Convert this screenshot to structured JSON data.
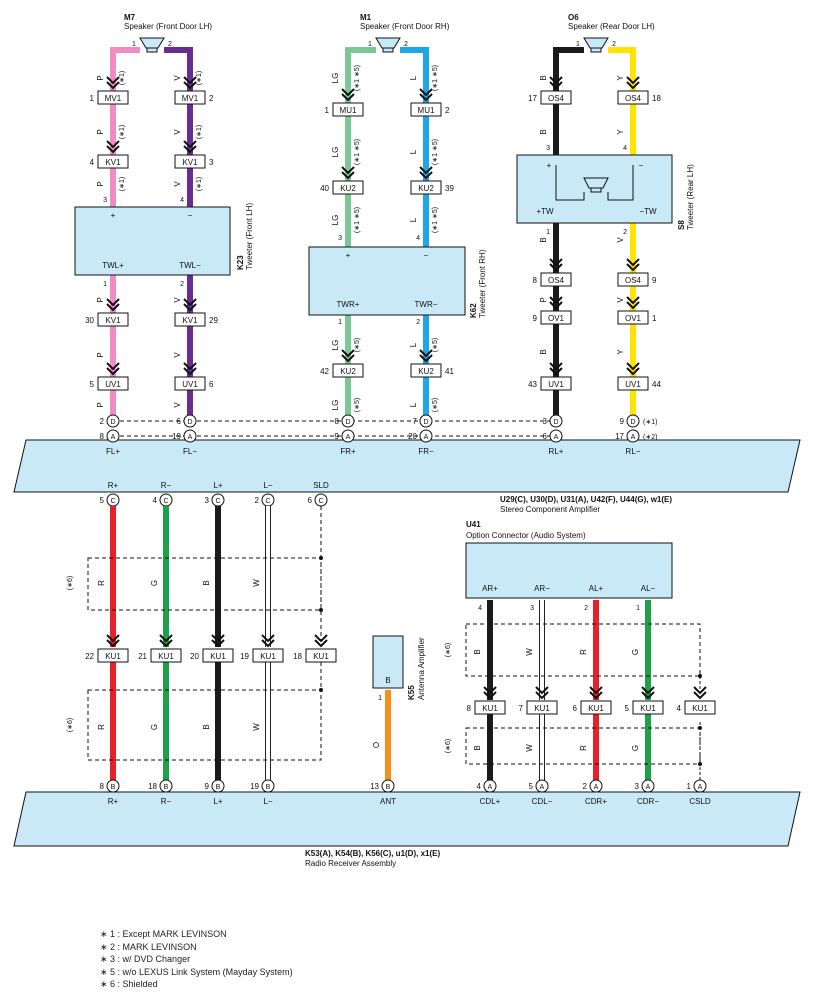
{
  "colors": {
    "P": "#f08cc4",
    "V": "#6a2c91",
    "LG": "#7cc796",
    "L": "#1ea6e6",
    "B": "#1a1a1a",
    "Y": "#ffe400",
    "R": "#e52229",
    "G": "#1fa14a",
    "W": "#ffffff",
    "O": "#f5901e",
    "box": "#c9e9f7"
  },
  "components": {
    "M7": {
      "code": "M7",
      "name": "Speaker (Front Door LH)"
    },
    "M1": {
      "code": "M1",
      "name": "Speaker (Front Door RH)"
    },
    "O6": {
      "code": "O6",
      "name": "Speaker (Rear Door LH)"
    },
    "K23": {
      "code": "K23",
      "name": "Tweeter (Front LH)",
      "t1": "TWL+",
      "t2": "TWL−"
    },
    "K62": {
      "code": "K62",
      "name": "Tweeter (Front RH)",
      "t1": "TWR+",
      "t2": "TWR−"
    },
    "S8": {
      "code": "S8",
      "name": "Tweeter (Rear LH)",
      "t1": "+TW",
      "t2": "−TW"
    },
    "amp": {
      "code": "U29(C), U30(D), U31(A), U42(F), U44(G), w1(E)",
      "name": "Stereo Component Amplifier"
    },
    "U41": {
      "code": "U41",
      "name": "Option Connector (Audio System)"
    },
    "K55": {
      "code": "K55",
      "name": "Antenna Amplifier",
      "pin": "B"
    },
    "radio": {
      "code": "K53(A), K54(B), K56(C), u1(D), x1(E)",
      "name": "Radio Receiver Assembly"
    }
  },
  "ampTop": [
    {
      "pin1": "2",
      "c1": "D",
      "pin2": "8",
      "c2": "A",
      "label": "FL+"
    },
    {
      "pin1": "6",
      "c1": "D",
      "pin2": "19",
      "c2": "A",
      "label": "FL−"
    },
    {
      "pin1": "8",
      "c1": "D",
      "pin2": "9",
      "c2": "A",
      "label": "FR+"
    },
    {
      "pin1": "7",
      "c1": "D",
      "pin2": "20",
      "c2": "A",
      "label": "FR−"
    },
    {
      "pin1": "3",
      "c1": "D",
      "pin2": "6",
      "c2": "A",
      "label": "RL+"
    },
    {
      "pin1": "9",
      "c1": "D",
      "pin2": "17",
      "c2": "A",
      "label": "RL−"
    }
  ],
  "ampNotes": {
    "n1": "(∗1)",
    "n2": "(∗2)"
  },
  "ampBottom": [
    {
      "label": "R+",
      "pin": "5",
      "c": "C"
    },
    {
      "label": "R−",
      "pin": "4",
      "c": "C"
    },
    {
      "label": "L+",
      "pin": "3",
      "c": "C"
    },
    {
      "label": "L−",
      "pin": "2",
      "c": "C"
    },
    {
      "label": "SLD",
      "pin": "6",
      "c": "C"
    }
  ],
  "ku1Left": [
    "22",
    "21",
    "20",
    "19",
    "18"
  ],
  "u41": [
    {
      "label": "AR+",
      "pin": "4",
      "wire": "B"
    },
    {
      "label": "AR−",
      "pin": "3",
      "wire": "W"
    },
    {
      "label": "AL+",
      "pin": "2",
      "wire": "R"
    },
    {
      "label": "AL−",
      "pin": "1",
      "wire": "G"
    }
  ],
  "ku1Right": [
    "8",
    "7",
    "6",
    "5",
    "4"
  ],
  "radioPins": [
    {
      "pin": "8",
      "c": "B",
      "label": "R+"
    },
    {
      "pin": "18",
      "c": "B",
      "label": "R−"
    },
    {
      "pin": "9",
      "c": "B",
      "label": "L+"
    },
    {
      "pin": "19",
      "c": "B",
      "label": "L−"
    },
    {
      "pin": "13",
      "c": "B",
      "label": "ANT"
    },
    {
      "pin": "4",
      "c": "A",
      "label": "CDL+"
    },
    {
      "pin": "5",
      "c": "A",
      "label": "CDL−"
    },
    {
      "pin": "2",
      "c": "A",
      "label": "CDR+"
    },
    {
      "pin": "3",
      "c": "A",
      "label": "CDR−"
    },
    {
      "pin": "1",
      "c": "A",
      "label": "CSLD"
    }
  ],
  "conn": {
    "MV1": "MV1",
    "KV1": "KV1",
    "UV1": "UV1",
    "MU1": "MU1",
    "KU2": "KU2",
    "OS4": "OS4",
    "OV1": "OV1",
    "KU1": "KU1"
  },
  "notes": {
    "n1": "(∗1)",
    "n5": "(∗5)",
    "n15": "(∗1 ∗5)",
    "n6": "(∗6)"
  },
  "legend": [
    "∗ 1 : Except MARK LEVINSON",
    "∗ 2 : MARK LEVINSON",
    "∗ 3 : w/ DVD Changer",
    "∗ 5 : w/o LEXUS Link System (Mayday System)",
    "∗ 6 : Shielded"
  ]
}
